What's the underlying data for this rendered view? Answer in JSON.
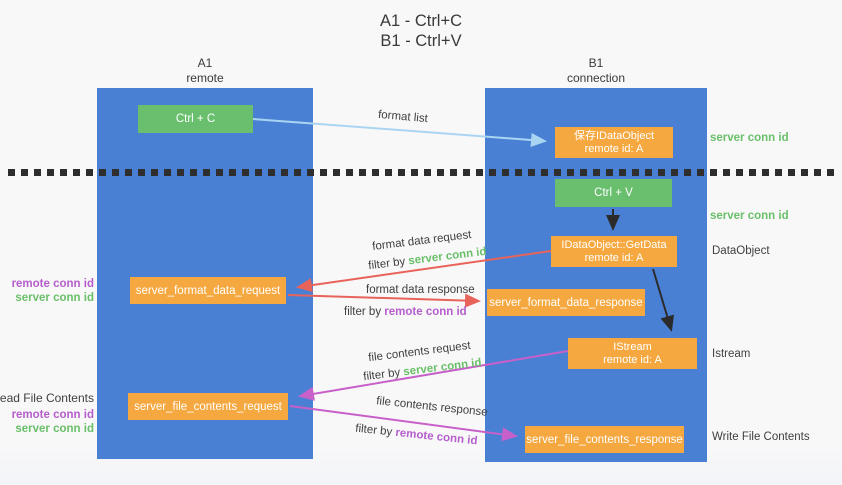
{
  "title": {
    "line1": "A1 - Ctrl+C",
    "line2": "B1 - Ctrl+V"
  },
  "lanes": {
    "left": {
      "name": "A1",
      "role": "remote"
    },
    "right": {
      "name": "B1",
      "role": "connection"
    }
  },
  "nodes": {
    "ctrl_c": {
      "label": "Ctrl + C"
    },
    "ctrl_v": {
      "label": "Ctrl + V"
    },
    "save_dataobject": {
      "line1": "保存IDataObject",
      "line2": "remote id: A"
    },
    "getdata": {
      "line1": "IDataObject::GetData",
      "line2": "remote id: A"
    },
    "istream": {
      "line1": "IStream",
      "line2": "remote id: A"
    },
    "format_request": {
      "label": "server_format_data_request"
    },
    "format_response": {
      "label": "server_format_data_response"
    },
    "file_request": {
      "label": "server_file_contents_request"
    },
    "file_response": {
      "label": "server_file_contents_response"
    }
  },
  "labels": {
    "format_list": "format list",
    "filter_by": "filter by",
    "server_conn_id": "server conn id",
    "remote_conn_id": "remote conn id",
    "format_data_request": "format data request",
    "format_data_response": "format data response",
    "file_contents_request": "file contents request",
    "file_contents_response": "file contents response",
    "dataobject": "DataObject",
    "istream": "Istream",
    "read_file_contents": "Read File Contents",
    "write_file_contents": "Write File Contents"
  },
  "colors": {
    "lane_blue": "#4a80d4",
    "node_green": "#6abf6e",
    "node_orange": "#f6a840",
    "arrow_light_blue": "#aad5f2",
    "arrow_black": "#2b2b2b",
    "arrow_red": "#e8635a",
    "arrow_magenta": "#c760c8",
    "text_green": "#6abf69",
    "text_purple": "#b55ecb",
    "text_dark": "#3b3b3b",
    "dotted_line": "#2e2e2e",
    "background": "#f8f8f9"
  }
}
